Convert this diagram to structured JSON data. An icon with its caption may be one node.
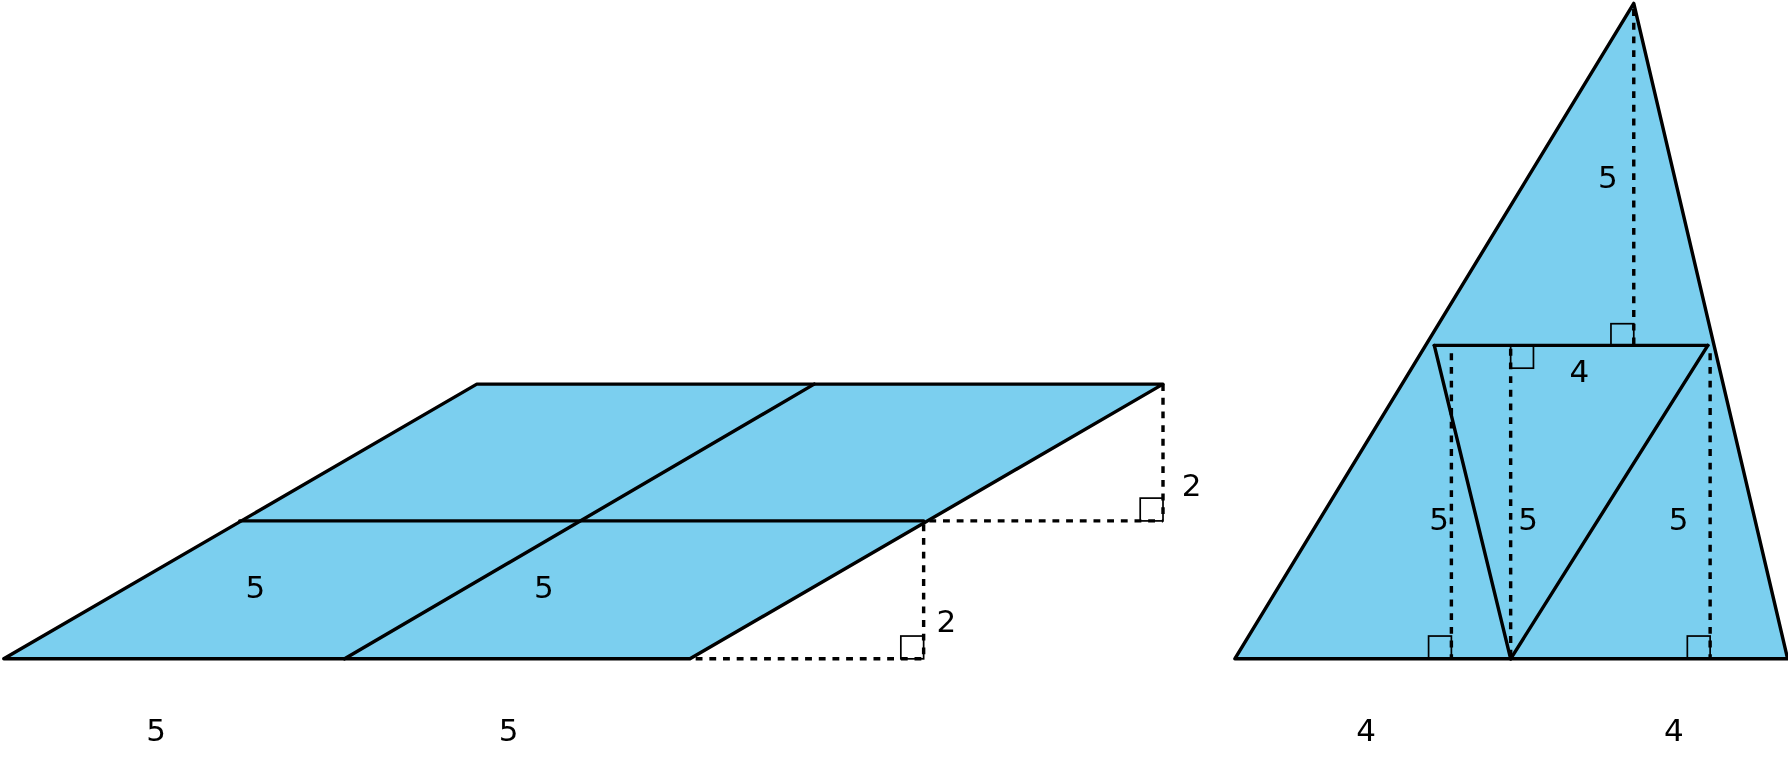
{
  "diagram": {
    "labels": [
      "5",
      "4",
      "2",
      "5",
      "5",
      "5",
      "5",
      "5",
      "2",
      "5",
      "5",
      "4",
      "4"
    ]
  }
}
